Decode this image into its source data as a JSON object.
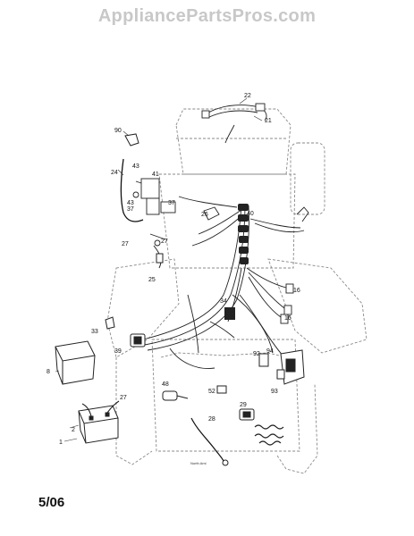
{
  "watermark": "AppliancePartsPros.com",
  "date_code": "5/06",
  "small_text": "North Ami",
  "callouts": {
    "p22": "22",
    "p21": "21",
    "p90": "90",
    "p24": "24",
    "p43a": "43",
    "p41": "41",
    "p43b": "43",
    "p37a": "37",
    "p37b": "37",
    "p26": "26",
    "p40": "40",
    "p27a": "27",
    "p27b": "27",
    "p25": "25",
    "p33": "33",
    "p34": "34",
    "p16a": "16",
    "p16b": "16",
    "p39": "39",
    "p8": "8",
    "p92": "92",
    "p94": "94",
    "p93": "93",
    "p48": "48",
    "p52": "52",
    "p29": "29",
    "p28": "28",
    "p27c": "27",
    "p2": "2",
    "p1": "1"
  }
}
